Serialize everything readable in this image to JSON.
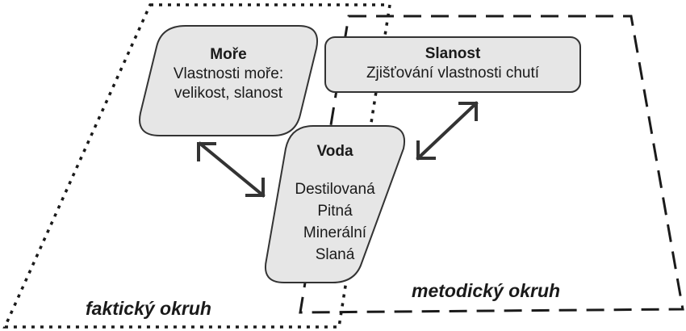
{
  "regions": {
    "factual": {
      "label": "faktický okruh"
    },
    "method": {
      "label": "metodický okruh"
    }
  },
  "nodes": {
    "more": {
      "title": "Moře",
      "lines": [
        "Vlastnosti moře:",
        "velikost, slanost"
      ]
    },
    "slanost": {
      "title": "Slanost",
      "lines": [
        "Zjišťování vlastnosti chutí"
      ]
    },
    "voda": {
      "title": "Voda",
      "lines": [
        "Destilovaná",
        "Pitná",
        "Minerální",
        "Slaná"
      ]
    }
  },
  "colors": {
    "node_fill": "#e6e6e6",
    "stroke": "#333333"
  },
  "connectors": [
    {
      "from": "more",
      "to": "voda",
      "type": "double-arrow"
    },
    {
      "from": "slanost",
      "to": "voda",
      "type": "double-arrow"
    }
  ]
}
